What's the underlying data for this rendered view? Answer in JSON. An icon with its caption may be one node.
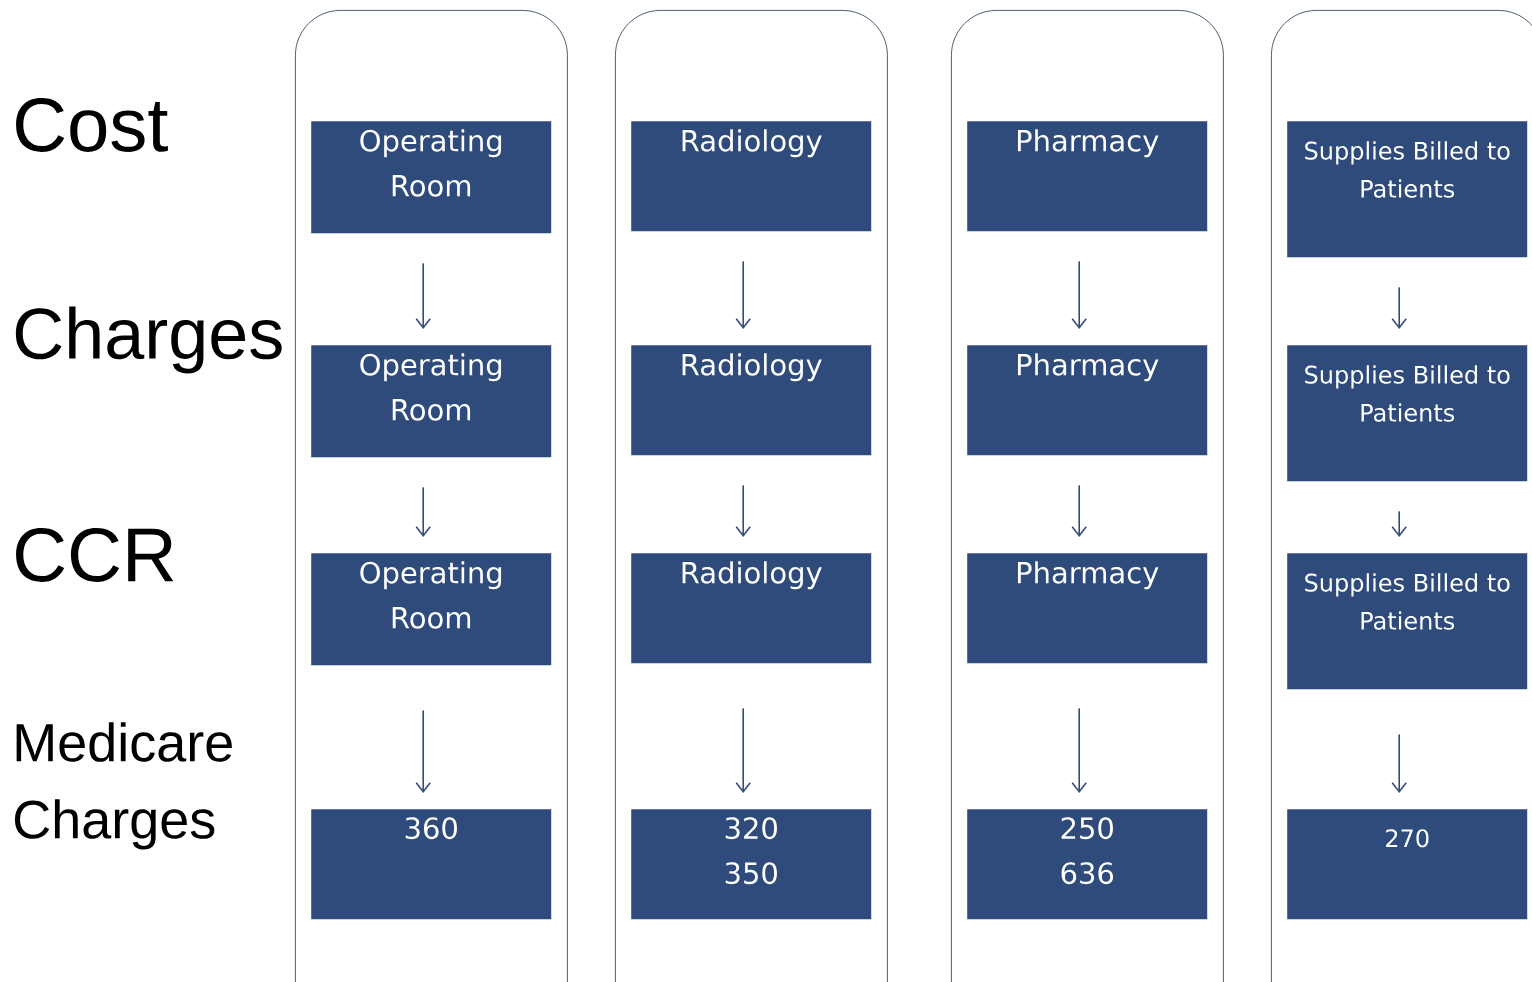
{
  "diagram": {
    "nodes": [
      {
        "text": [],
        "shape": "box"
      },
      {
        "text": [
          "Operating Room"
        ],
        "in": 0
      },
      {
        "text": [
          "Operating Room"
        ],
        "in": 0
      },
      {
        "text": [
          "Operating Room"
        ],
        "in": 0
      },
      {
        "text": [
          "360"
        ],
        "in": 0
      },
      {
        "text": [],
        "shape": "box"
      },
      {
        "text": [
          "Radiology"
        ],
        "in": 5
      },
      {
        "text": [
          "Radiology"
        ],
        "in": 5
      },
      {
        "text": [
          "Radiology"
        ],
        "in": 5
      },
      {
        "text": [
          "320",
          "350"
        ],
        "in": 5
      },
      {
        "text": [],
        "shape": "box"
      },
      {
        "text": [
          "Pharmacy"
        ],
        "in": 10
      },
      {
        "text": [
          "Pharmacy"
        ],
        "in": 10
      },
      {
        "text": [
          "Pharmacy"
        ],
        "in": 10
      },
      {
        "text": [
          "250",
          "636"
        ],
        "in": 10
      },
      {
        "text": [],
        "shape": "box"
      },
      {
        "text": [
          "Supplies Billed to Patients"
        ],
        "in": 15
      },
      {
        "text": [
          "Supplies Billed to Patients"
        ],
        "in": 15
      },
      {
        "text": [
          "Supplies Billed to Patients"
        ],
        "in": 15
      },
      {
        "text": [
          "270"
        ],
        "in": 15
      }
    ],
    "edges": [
      {
        "from": 1,
        "to": 2,
        "arrow": "to"
      },
      {
        "from": 2,
        "to": 3,
        "arrow": "to"
      },
      {
        "from": 3,
        "to": 4,
        "arrow": "to"
      },
      {
        "from": 6,
        "to": 7,
        "arrow": "to"
      },
      {
        "from": 7,
        "to": 8,
        "arrow": "to"
      },
      {
        "from": 8,
        "to": 9,
        "arrow": "to"
      },
      {
        "from": 11,
        "to": 12,
        "arrow": "to"
      },
      {
        "from": 12,
        "to": 13,
        "arrow": "to"
      },
      {
        "from": 13,
        "to": 14,
        "arrow": "to"
      },
      {
        "from": 16,
        "to": 17,
        "arrow": "to"
      },
      {
        "from": 17,
        "to": 18,
        "arrow": "to"
      },
      {
        "from": 18,
        "to": 19,
        "arrow": "to"
      }
    ],
    "labels": [
      "Cost",
      "Charges",
      "CCR",
      "Medicare Charges"
    ]
  }
}
